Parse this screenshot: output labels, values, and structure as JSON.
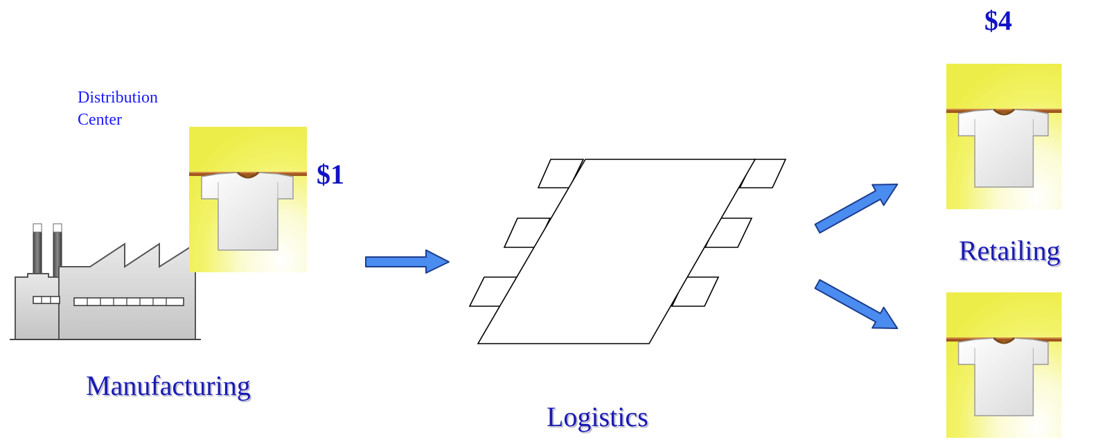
{
  "distribution_center_label": [
    "Distribution",
    "Center"
  ],
  "price_manufacturing": "$1",
  "price_retail": "$4",
  "stages": {
    "manufacturing": "Manufacturing",
    "logistics": "Logistics",
    "retailing": "Retailing"
  },
  "colors": {
    "label_blue": "#1a1aff",
    "price_blue": "#1212c8",
    "stage_blue": "#1a1ab4",
    "arrow_fill": "#4a8cf0",
    "arrow_stroke": "#1c3c8c",
    "tile_yellow": "#f2f25a"
  },
  "icons": [
    "factory-icon",
    "tshirt-icon",
    "warehouse-icon",
    "arrow-icon"
  ]
}
